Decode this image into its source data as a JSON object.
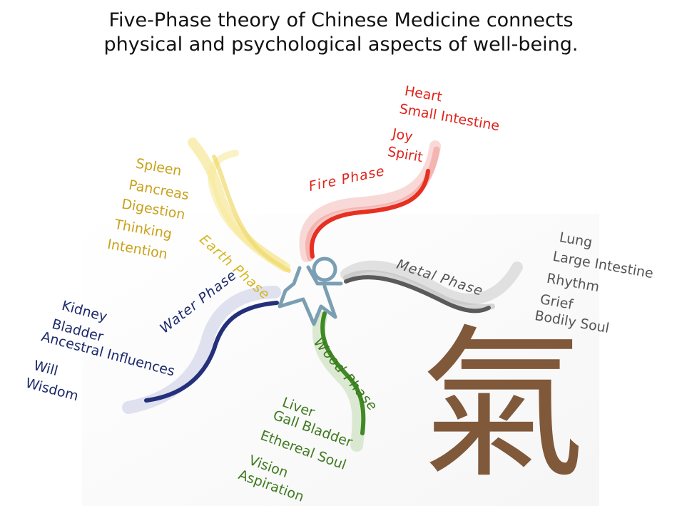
{
  "title": {
    "line1": "Five-Phase theory of Chinese Medicine connects",
    "line2": "physical and psychological aspects of well-being."
  },
  "phases": {
    "fire": {
      "label": "Fire  Phase",
      "color": "#e0231b",
      "items": [
        "Heart",
        "Small Intestine",
        "Joy",
        "Spirit"
      ]
    },
    "earth": {
      "label": "Earth Phase",
      "color": "#c9a21b",
      "items": [
        "Spleen",
        "Pancreas",
        "Digestion",
        "Thinking",
        "Intention"
      ]
    },
    "metal": {
      "label": "Metal Phase",
      "color": "#555555",
      "items": [
        "Lung",
        "Large Intestine",
        "Rhythm",
        "Grief",
        "Bodily Soul"
      ]
    },
    "water": {
      "label": "Water Phase",
      "color": "#1d2a6b",
      "items": [
        "Kidney",
        "Bladder",
        "Ancestral Influences",
        "Will",
        "Wisdom"
      ]
    },
    "wood": {
      "label": "Wood Phase",
      "color": "#3f7a1f",
      "items": [
        "Liver",
        "Gall Bladder",
        "Ethereal Soul",
        "Vision",
        "Aspiration"
      ]
    }
  },
  "qi_character": "氣",
  "icons": {
    "center": "human-figure-icon",
    "qi": "qi-character-icon"
  }
}
